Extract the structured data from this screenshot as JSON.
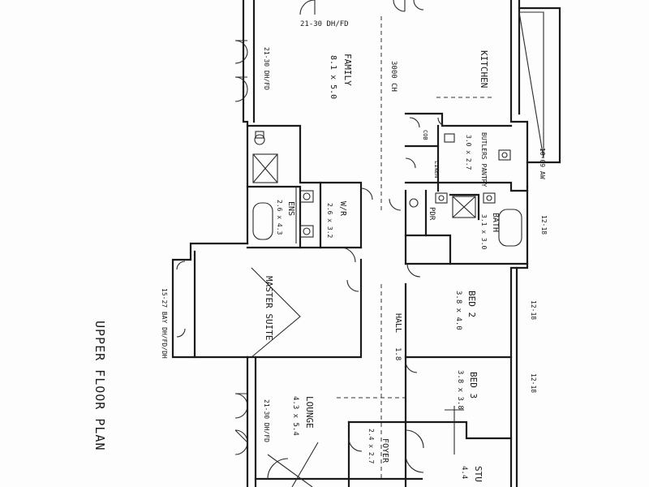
{
  "drawing": {
    "title": "UPPER FLOOR PLAN",
    "rooms": {
      "family": {
        "name": "FAMILY",
        "size": "8.1 x 5.0"
      },
      "kitchen": {
        "name": "KITCHEN"
      },
      "butlers_pantry": {
        "name": "BUTLERS PANTRY",
        "size": "3.0 x 2.7"
      },
      "ens": {
        "name": "ENS",
        "size": "2.6 x 4.3"
      },
      "wir": {
        "name": "W/R",
        "size": "2.6 x 3.2"
      },
      "bath": {
        "name": "BATH",
        "size": "3.1 x 3.0"
      },
      "pdr": {
        "name": "PDR"
      },
      "linen": {
        "name": "LINEN"
      },
      "master_suite": {
        "name": "MASTER SUITE"
      },
      "bed2": {
        "name": "BED 2",
        "size": "3.8 x 4.0"
      },
      "bed3": {
        "name": "BED 3",
        "size": "3.8 x 3.8"
      },
      "hall": {
        "name": "HALL",
        "size": "1.8"
      },
      "lounge": {
        "name": "LOUNGE",
        "size": "4.3 x 5.4"
      },
      "foyer": {
        "name": "FOYER",
        "size": "2.4 x 2.7"
      },
      "study": {
        "name": "STU",
        "size": "4.4"
      }
    },
    "annotations": {
      "top_window": "21-30 DH/FD",
      "family_window": "21-30 DH/FD",
      "lounge_window": "21-30 DH/FD",
      "bay_window": "15-27 BAY DH/FD/DH",
      "kitchen_window": "10-09 AW",
      "bath_window": "12-18",
      "bed2_window": "12-18",
      "bed3_window": "12-18",
      "ceiling": "3000 CH",
      "cupboard": "COB"
    }
  }
}
